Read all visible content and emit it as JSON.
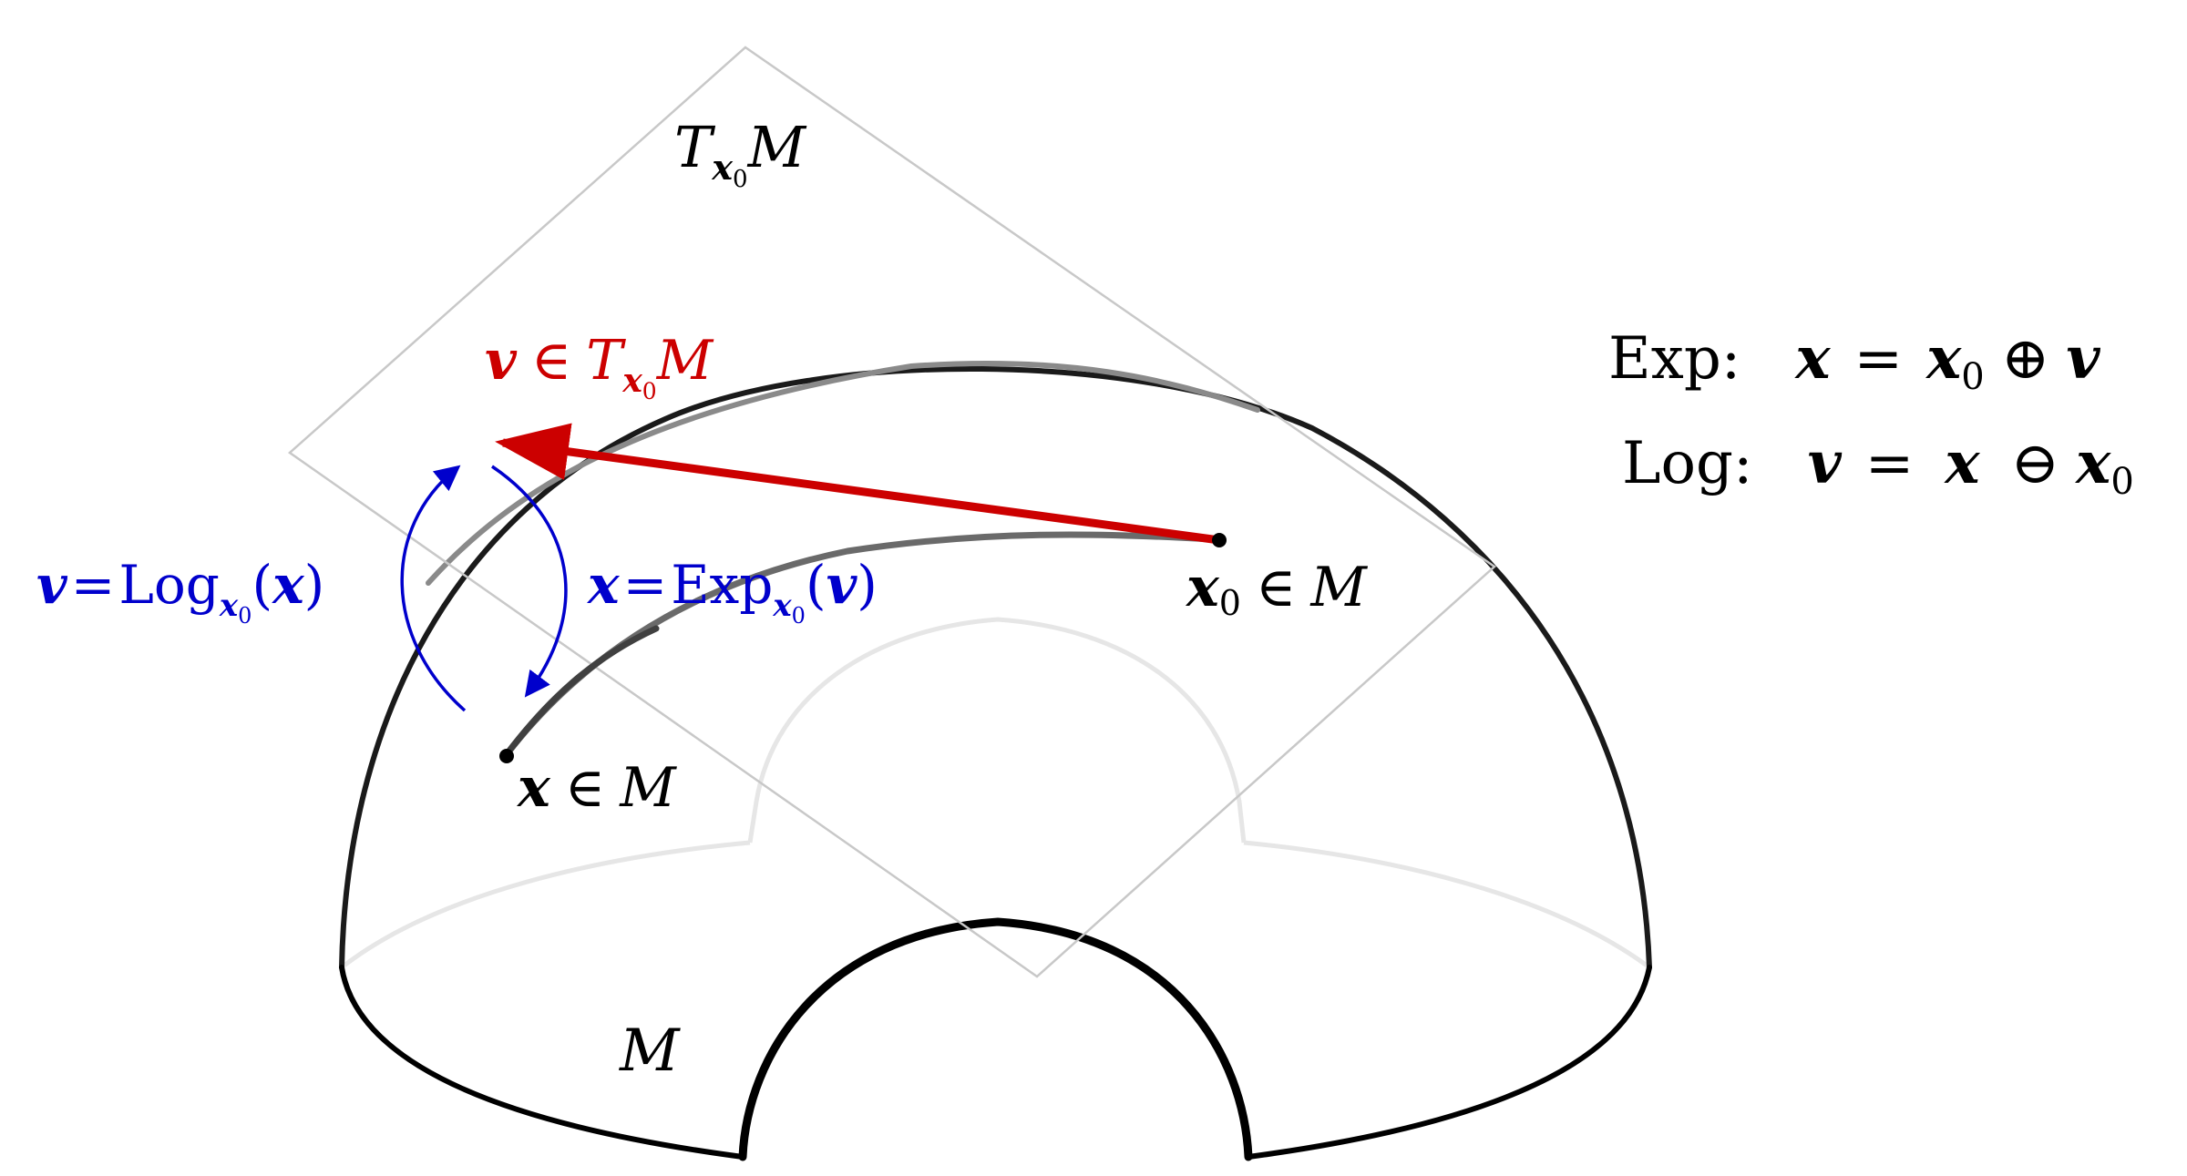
{
  "diagram": {
    "manifold_symbol": "M",
    "tangent_space_symbol": "T",
    "point_base": "x",
    "point_base_subscript": "0",
    "point_other": "x",
    "vector": "v",
    "element_of": "∈",
    "equals": "=",
    "log_name": "Log",
    "exp_name": "Exp",
    "open_paren": "(",
    "close_paren": ")",
    "oplus": "⊕",
    "ominus": "⊖"
  },
  "legend": {
    "exp_label": "Exp:",
    "log_label": "Log:"
  },
  "colors": {
    "manifold_stroke": "#000000",
    "tangent_plane": "#c8c8c8",
    "vector_red": "#cc0000",
    "map_blue": "#0000cc",
    "text_black": "#000000"
  }
}
